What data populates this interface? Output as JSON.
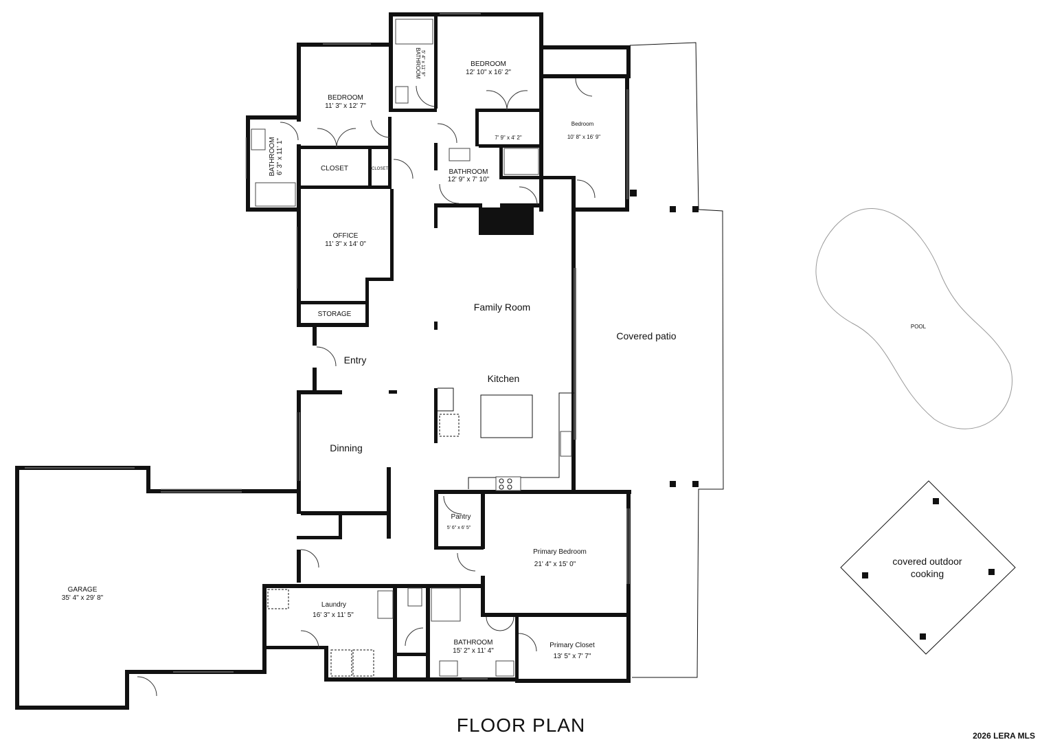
{
  "title": "FLOOR PLAN",
  "copyright": "2026 LERA MLS",
  "rooms": {
    "bedroom_nw": {
      "name": "BEDROOM",
      "dims": "11' 3\" x 12' 7\""
    },
    "bedroom_n": {
      "name": "BEDROOM",
      "dims": "12' 10\" x 16' 2\""
    },
    "bathroom_n": {
      "name": "BATHROOM",
      "dims": "5' 4\" x 11' 9\""
    },
    "bathroom_w": {
      "name": "BATHROOM",
      "dims": "6' 3\" x 11' 1\""
    },
    "closet_n": {
      "name": "",
      "dims": "7' 9\" x 4' 2\""
    },
    "bedroom_ne": {
      "name": "Bedroom",
      "dims": "10' 8\" x 16' 9\""
    },
    "closet": {
      "name": "CLOSET"
    },
    "closet_small": {
      "name": "CLOSET"
    },
    "bathroom_c": {
      "name": "BATHROOM",
      "dims": "12' 9\" x 7' 10\""
    },
    "office": {
      "name": "OFFICE",
      "dims": "11' 3\" x 14' 0\""
    },
    "storage": {
      "name": "STORAGE"
    },
    "family_room": {
      "name": "Family Room"
    },
    "entry": {
      "name": "Entry"
    },
    "kitchen": {
      "name": "Kitchen"
    },
    "dinning": {
      "name": "Dinning"
    },
    "covered_patio": {
      "name": "Covered patio"
    },
    "pool": {
      "name": "POOL"
    },
    "outdoor_cooking": {
      "name_line1": "covered outdoor",
      "name_line2": "cooking"
    },
    "garage": {
      "name": "GARAGE",
      "dims": "35' 4\" x 29' 8\""
    },
    "pantry": {
      "name": "Pantry",
      "dims": "5' 6\" x 6' 5\""
    },
    "primary_bedroom": {
      "name": "Primary Bedroom",
      "dims": "21' 4\" x 15' 0\""
    },
    "laundry": {
      "name": "Laundry",
      "dims": "16' 3\" x 11' 5\""
    },
    "bathroom_s": {
      "name": "BATHROOM",
      "dims": "15' 2\" x 11' 4\""
    },
    "primary_closet": {
      "name": "Primary Closet",
      "dims": "13' 5\" x 7' 7\""
    }
  }
}
